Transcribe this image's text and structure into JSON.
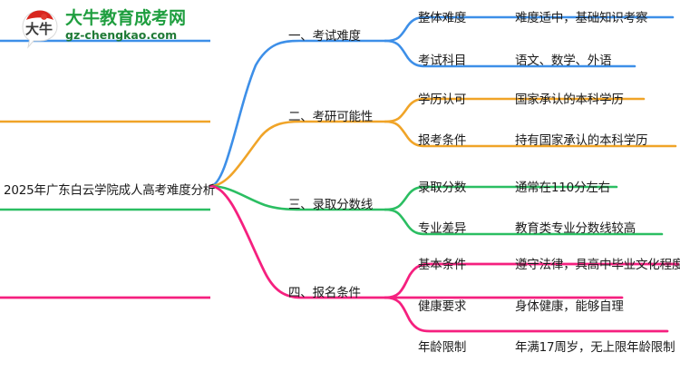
{
  "logo": {
    "badge_text": "大牛",
    "brand_cn": "大牛教育成考网",
    "brand_url": "gz-chengkao.com",
    "brand_color": "#1f9e3f"
  },
  "mindmap": {
    "root": "2025年广东白云学院成人高考难度分析",
    "branches": [
      {
        "label": "一、考试难度",
        "color": "#3d8fe8",
        "items": [
          {
            "key": "整体难度",
            "value": "难度适中，基础知识考察"
          },
          {
            "key": "考试科目",
            "value": "语文、数学、外语"
          }
        ]
      },
      {
        "label": "二、考研可能性",
        "color": "#f0a428",
        "items": [
          {
            "key": "学历认可",
            "value": "国家承认的本科学历"
          },
          {
            "key": "报考条件",
            "value": "持有国家承认的本科学历"
          }
        ]
      },
      {
        "label": "三、录取分数线",
        "color": "#2bbe62",
        "items": [
          {
            "key": "录取分数",
            "value": "通常在110分左右"
          },
          {
            "key": "专业差异",
            "value": "教育类专业分数线较高"
          }
        ]
      },
      {
        "label": "四、报名条件",
        "color": "#f5207f",
        "items": [
          {
            "key": "基本条件",
            "value": "遵守法律，具高中毕业文化程度"
          },
          {
            "key": "健康要求",
            "value": "身体健康，能够自理"
          },
          {
            "key": "年龄限制",
            "value": "年满17周岁，无上限年龄限制"
          }
        ]
      }
    ]
  }
}
